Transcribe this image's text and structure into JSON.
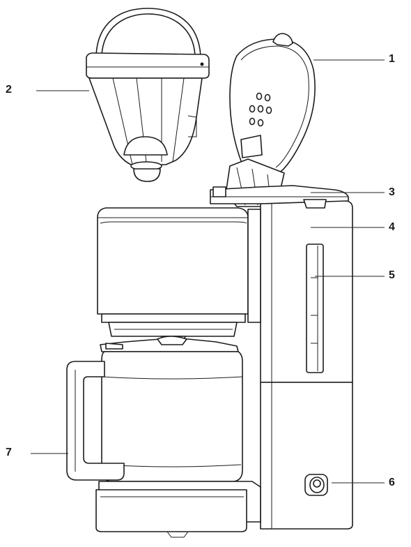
{
  "callouts": {
    "c1": "1",
    "c2": "2",
    "c3": "3",
    "c4": "4",
    "c5": "5",
    "c6": "6",
    "c7": "7"
  },
  "colors": {
    "line": "#1c1c1c",
    "background": "#ffffff"
  }
}
